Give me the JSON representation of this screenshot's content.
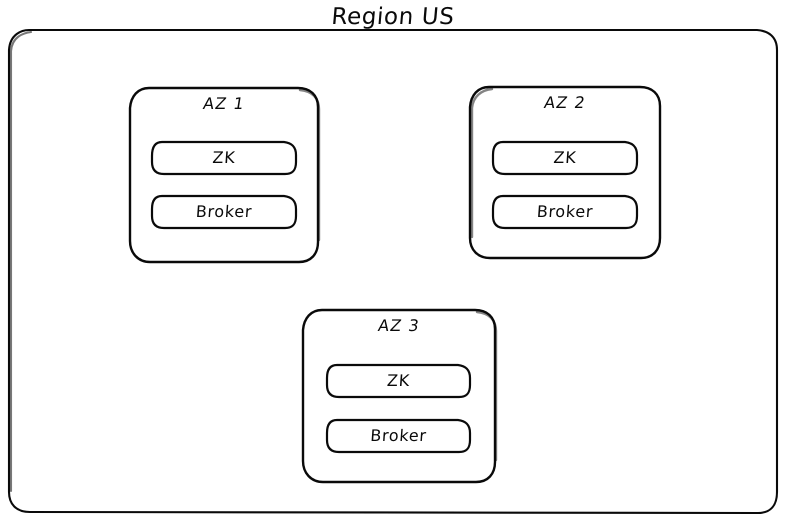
{
  "diagram": {
    "style": "hand-drawn-sketch",
    "background_color": "#ffffff",
    "stroke_color": "#0a0a0a",
    "region": {
      "title": "Region US",
      "zones": [
        {
          "name": "AZ 1",
          "nodes": [
            {
              "label": "ZK"
            },
            {
              "label": "Broker"
            }
          ]
        },
        {
          "name": "AZ 2",
          "nodes": [
            {
              "label": "ZK"
            },
            {
              "label": "Broker"
            }
          ]
        },
        {
          "name": "AZ 3",
          "nodes": [
            {
              "label": "ZK"
            },
            {
              "label": "Broker"
            }
          ]
        }
      ]
    }
  }
}
